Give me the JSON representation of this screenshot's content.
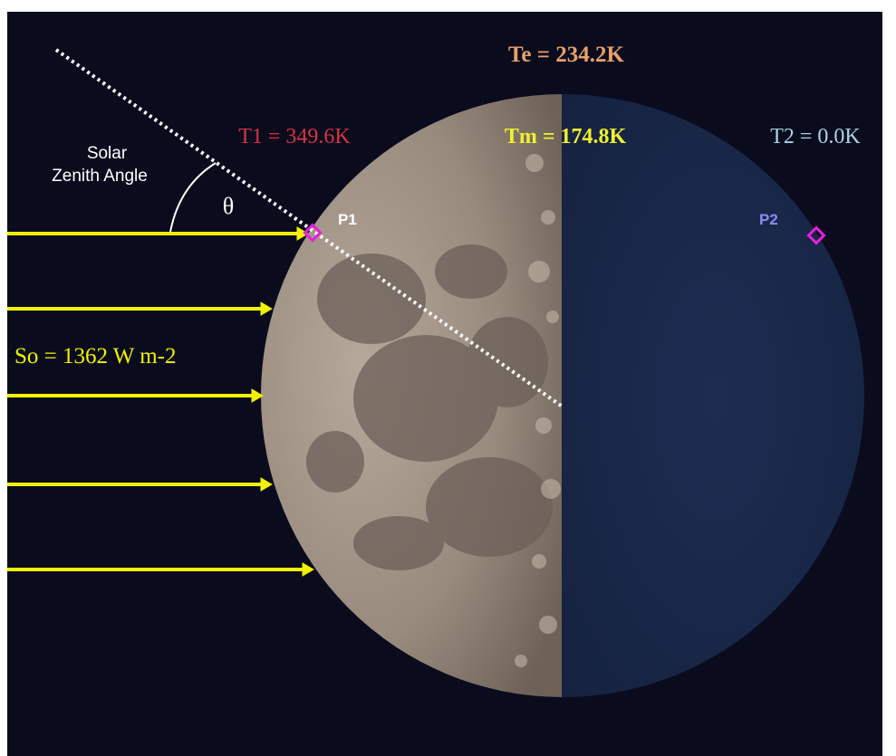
{
  "labels": {
    "te": "Te = 234.2K",
    "t1": "T1 = 349.6K",
    "tm": "Tm = 174.8K",
    "t2": "T2 = 0.0K",
    "solar_line1": "Solar",
    "solar_line2": "Zenith Angle",
    "theta": "θ",
    "p1": "P1",
    "p2": "P2",
    "flux": "So = 1362 W m-2"
  },
  "colors": {
    "te": "#e8a06a",
    "t1": "#d8343f",
    "tm": "#f0f030",
    "t2": "#a8d4e8",
    "p2": "#8c8cf0",
    "arrows": "#f2f200",
    "marker": "#e81ee0",
    "background": "#0a0c1e",
    "moon_lit": "#a89888",
    "moon_dark": "#1a2848"
  },
  "icons": {
    "sun_rays": "arrow-right-icon",
    "point_marker": "diamond-icon",
    "zenith_line": "dotted-line-icon",
    "angle_arc": "arc-icon"
  }
}
